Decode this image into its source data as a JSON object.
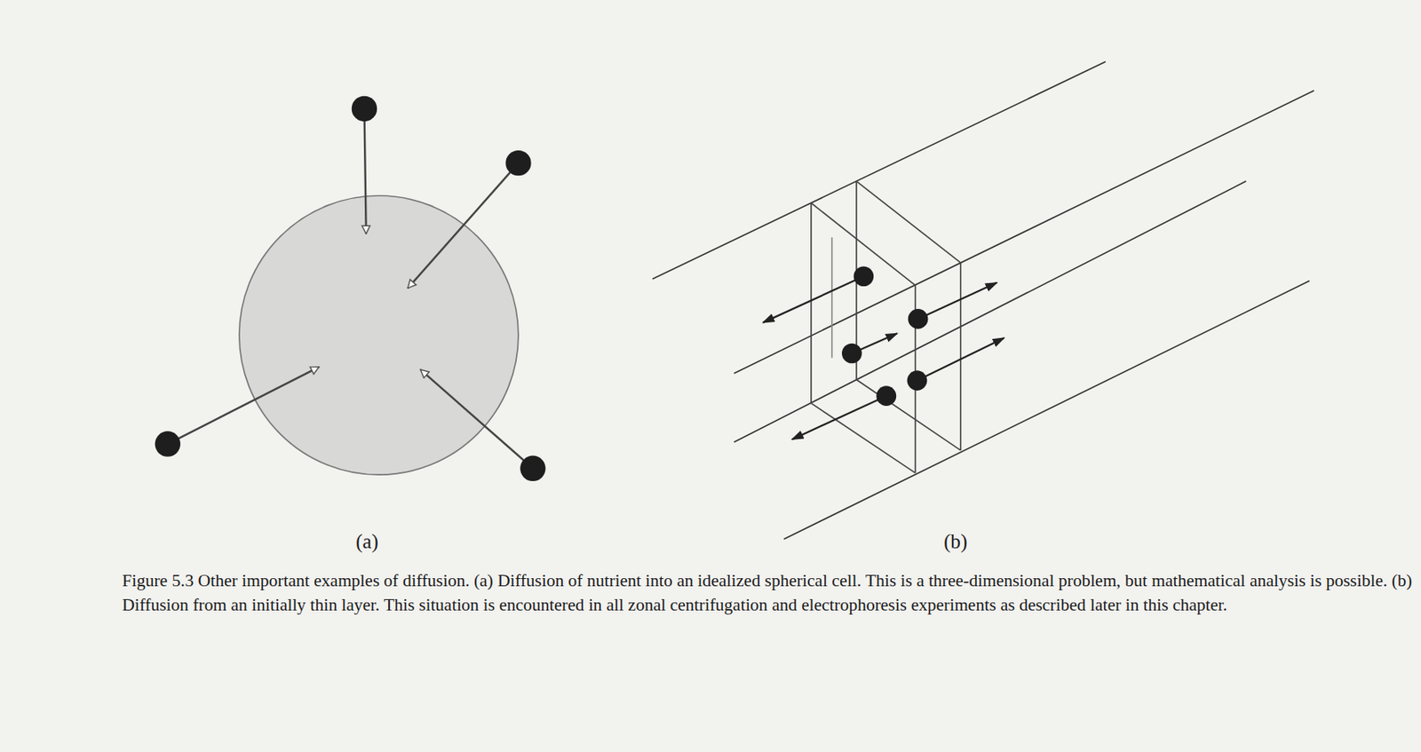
{
  "diagram": {
    "caption": "Figure 5.3 Other important examples of diffusion. (a) Diffusion of nutrient into an idealized spherical cell. This is a three-dimensional problem, but mathematical analysis is possible. (b) Diffusion from an initially thin layer. This situation is encountered in all zonal centrifugation and electrophoresis experiments as described later in this chapter.",
    "labels": [
      "(a)",
      "(b)"
    ]
  }
}
